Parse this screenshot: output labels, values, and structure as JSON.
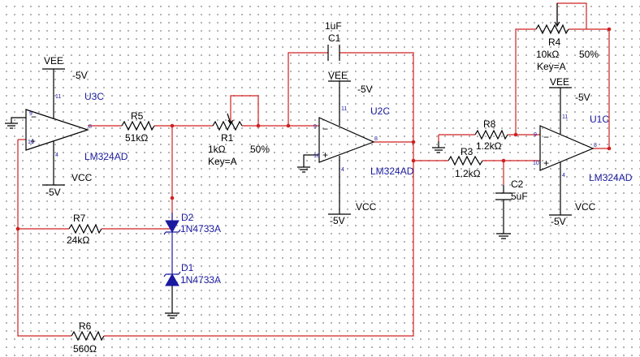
{
  "opamps": [
    {
      "ref": "U3C",
      "model": "LM324AD",
      "vee_label": "VEE",
      "vee_value": "-5V",
      "vcc_label": "VCC",
      "vcc_value": "-5V",
      "pin_top": "11",
      "pin_bottom": "4",
      "pin_inv": "9",
      "pin_noninv": "10",
      "pin_out": "8"
    },
    {
      "ref": "U2C",
      "model": "LM324AD",
      "vee_label": "VEE",
      "vee_value": "-5V",
      "vcc_label": "VCC",
      "vcc_value": "-5V",
      "pin_top": "11",
      "pin_bottom": "4",
      "pin_inv": "9",
      "pin_noninv": "10",
      "pin_out": "8"
    },
    {
      "ref": "U1C",
      "model": "LM324AD",
      "vee_label": "VEE",
      "vee_value": "-5V",
      "vcc_label": "VCC",
      "vcc_value": "-5V",
      "pin_top": "11",
      "pin_bottom": "4",
      "pin_inv": "9",
      "pin_noninv": "10",
      "pin_out": "8"
    }
  ],
  "resistors": [
    {
      "ref": "R5",
      "value": "51kΩ"
    },
    {
      "ref": "R7",
      "value": "24kΩ"
    },
    {
      "ref": "R6",
      "value": "560Ω"
    },
    {
      "ref": "R8",
      "value": "1.2kΩ"
    },
    {
      "ref": "R3",
      "value": "1.2kΩ"
    }
  ],
  "potentiometers": [
    {
      "ref": "R1",
      "value": "1kΩ",
      "key": "Key=A",
      "percent": "50%"
    },
    {
      "ref": "R4",
      "value": "10kΩ",
      "key": "Key=A",
      "percent": "50%"
    }
  ],
  "capacitors": [
    {
      "ref": "C1",
      "value": "1uF"
    },
    {
      "ref": "C2",
      "value": "5uF"
    }
  ],
  "diodes": [
    {
      "ref": "D2",
      "model": "1N4733A"
    },
    {
      "ref": "D1",
      "model": "1N4733A"
    }
  ],
  "colors": {
    "wire": "#d02020",
    "component_text": "#1a1aa0",
    "grid": "#9a9a9a"
  }
}
